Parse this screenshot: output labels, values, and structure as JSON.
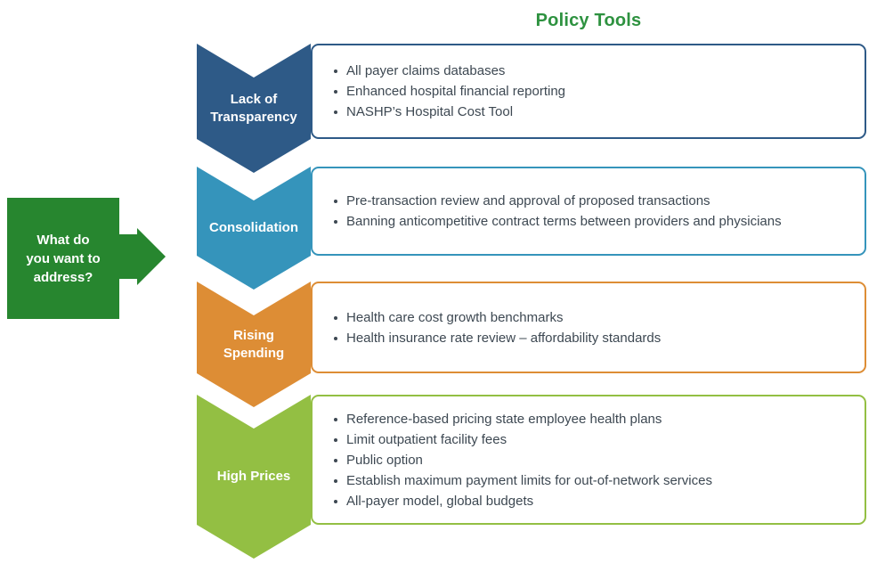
{
  "title": "Policy Tools",
  "prompt": {
    "text": "What do\nyou want to\naddress?"
  },
  "colors": {
    "title_green": "#2e9240",
    "dark_green": "#27862f",
    "dark_blue": "#2e5a87",
    "teal": "#3594bb",
    "orange": "#dd8d35",
    "light_green": "#93bf43",
    "bullet_text": "#3d4852"
  },
  "rows": [
    {
      "label": "Lack of\nTransparency",
      "color": "#2e5a87",
      "items": [
        "All payer claims databases",
        "Enhanced hospital financial reporting",
        "NASHP’s Hospital Cost Tool"
      ]
    },
    {
      "label": "Consolidation",
      "color": "#3594bb",
      "items": [
        "Pre-transaction review and approval of proposed transactions",
        "Banning anticompetitive contract terms between providers and physicians"
      ]
    },
    {
      "label": "Rising\nSpending",
      "color": "#dd8d35",
      "items": [
        "Health care cost growth benchmarks",
        "Health insurance rate review – affordability standards"
      ]
    },
    {
      "label": "High Prices",
      "color": "#93bf43",
      "items": [
        "Reference-based pricing state employee health plans",
        "Limit outpatient facility fees",
        "Public option",
        "Establish maximum payment limits for out-of-network services",
        "All-payer model, global budgets"
      ]
    }
  ]
}
